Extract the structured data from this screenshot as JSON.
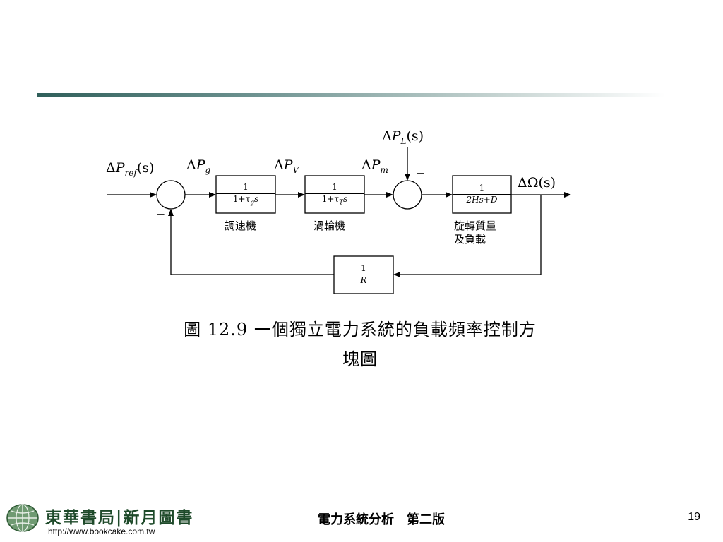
{
  "caption": {
    "line1": "圖 12.9  一個獨立電力系統的負載頻率控制方",
    "line2": "塊圖"
  },
  "blocks": {
    "governor": {
      "num": "1",
      "den_pre": "1+τ",
      "den_sub": "g",
      "den_post": "s",
      "name": "調速機"
    },
    "turbine": {
      "num": "1",
      "den_pre": "1+τ",
      "den_sub": "T",
      "den_post": "s",
      "name": "渦輪機"
    },
    "rotor": {
      "num": "1",
      "den": "2Hs+D",
      "name_line1": "旋轉質量",
      "name_line2": "及負載"
    },
    "droop": {
      "num": "1",
      "den": "R"
    }
  },
  "signals": {
    "pref": {
      "delta": "Δ",
      "var": "P",
      "sub": "ref",
      "arg": "(s)"
    },
    "pg": {
      "delta": "Δ",
      "var": "P",
      "sub": "g"
    },
    "pv": {
      "delta": "Δ",
      "var": "P",
      "sub": "V"
    },
    "pm": {
      "delta": "Δ",
      "var": "P",
      "sub": "m"
    },
    "pl": {
      "delta": "Δ",
      "var": "P",
      "sub": "L",
      "arg": "(s)"
    },
    "omega": {
      "text": "ΔΩ(s)"
    }
  },
  "signs": {
    "sum1_minus": "−",
    "sum2_minus": "−"
  },
  "footer": {
    "title": "電力系統分析　第二版",
    "page": "19",
    "logo_text": "東華書局|新月圖書",
    "logo_url": "http://www.bookcake.com.tw"
  }
}
